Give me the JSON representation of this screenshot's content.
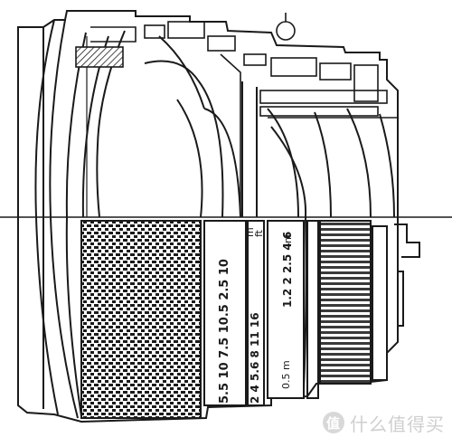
{
  "diagram": {
    "scale_left_digits": "5.5 10 7.5 10.5 2.5 10",
    "scale_middle_digits": "2 4 5.6 8 11 16",
    "scale_right_digits": "1.2 2 2.5 4 6",
    "small_mark_1": "m",
    "small_mark_2": "ft",
    "feet_mark": "0.5 m",
    "depth_mark": "inf"
  },
  "watermark": {
    "badge": "值",
    "text": "什么值得买"
  },
  "colors": {
    "ink": "#1a1a1a",
    "paper": "#ffffff",
    "watermark": "#d0d0d0"
  }
}
